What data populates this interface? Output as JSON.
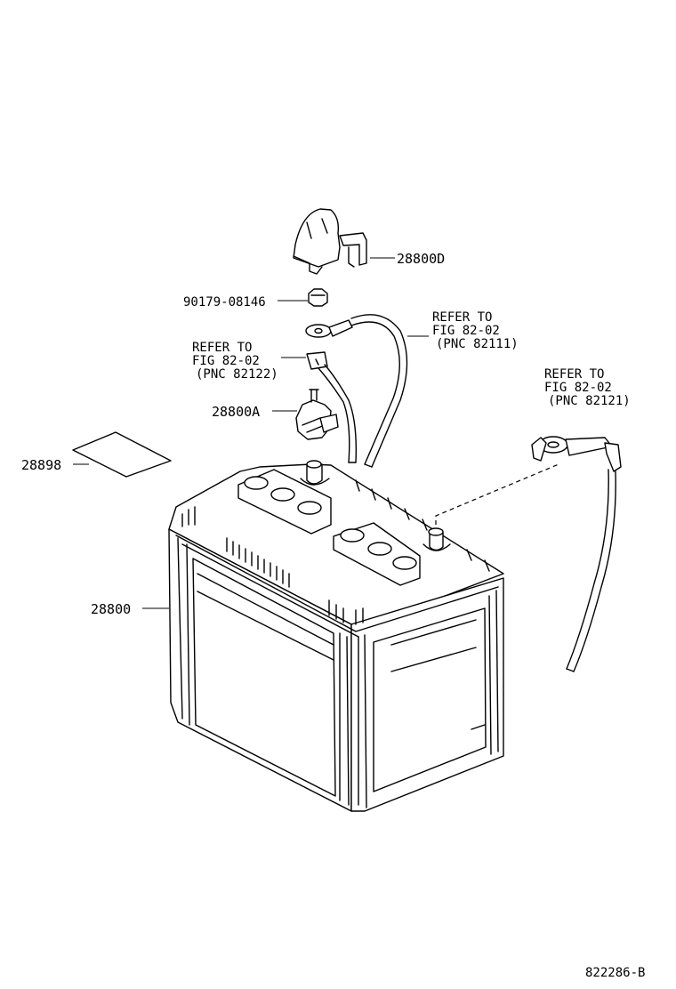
{
  "diagram_id": "822286-B",
  "parts": [
    {
      "id": "cap",
      "number": "28800D"
    },
    {
      "id": "nut",
      "number": "90179-08146"
    },
    {
      "id": "terminal",
      "number": "28800A"
    },
    {
      "id": "label",
      "number": "28898"
    },
    {
      "id": "battery",
      "number": "28800"
    }
  ],
  "references": [
    {
      "id": "ref-positive-cable",
      "lines": [
        "REFER TO",
        "FIG 82-02",
        "(PNC 82111)"
      ]
    },
    {
      "id": "ref-clamp-cable",
      "lines": [
        "REFER TO",
        "FIG 82-02",
        "(PNC 82122)"
      ]
    },
    {
      "id": "ref-negative-cable",
      "lines": [
        "REFER TO",
        "FIG 82-02",
        "(PNC 82121)"
      ]
    }
  ]
}
